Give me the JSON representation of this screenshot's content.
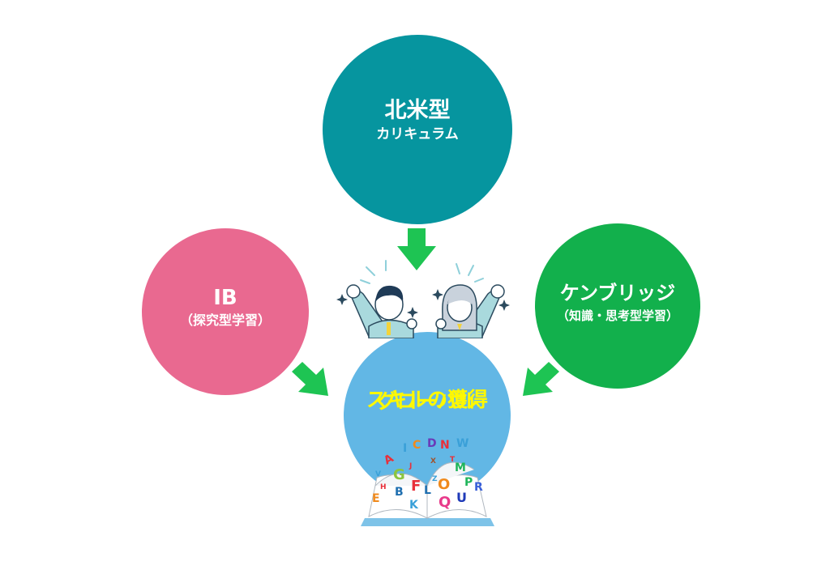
{
  "diagram": {
    "top_circle": {
      "title": "北米型",
      "subtitle": "カリキュラム",
      "color": "#06959f"
    },
    "left_circle": {
      "title": "IB",
      "subtitle": "（探究型学習）",
      "color": "#e96990"
    },
    "right_circle": {
      "title": "ケンブリッジ",
      "subtitle": "（知識・思考型学習）",
      "color": "#12b04c"
    },
    "center_circle": {
      "title_line1": "グローバル",
      "title_line2": "スキルの獲得",
      "color": "#62b7e5",
      "text_color": "#fff800"
    },
    "arrows": {
      "color": "#1ec453",
      "items": [
        "arrow-down-from-top",
        "arrow-from-left",
        "arrow-from-right"
      ]
    },
    "illustrations": {
      "people": "two-students-cheering-icon",
      "book": "open-book-with-letters-icon",
      "letters": [
        "A",
        "I",
        "C",
        "D",
        "N",
        "W",
        "T",
        "M",
        "V",
        "G",
        "J",
        "X",
        "Z",
        "O",
        "P",
        "R",
        "H",
        "B",
        "F",
        "L",
        "E",
        "K",
        "Q",
        "U"
      ]
    }
  }
}
